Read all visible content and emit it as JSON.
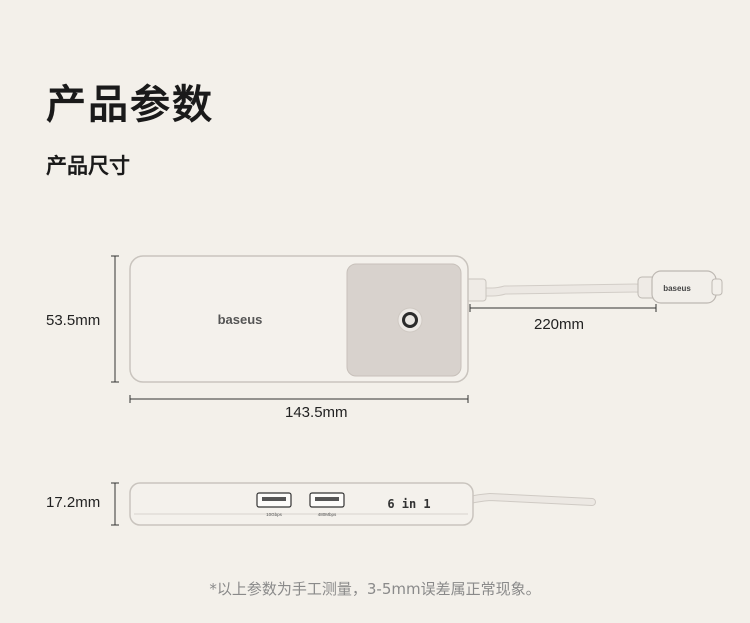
{
  "page": {
    "title": "产品参数",
    "subtitle": "产品尺寸",
    "note": "*以上参数为手工测量，3-5mm误差属正常现象。"
  },
  "top_view": {
    "brand": "baseus",
    "connector_brand": "baseus",
    "height_label": "53.5mm",
    "width_label": "143.5mm",
    "cable_label": "220mm"
  },
  "side_view": {
    "thickness_label": "17.2mm",
    "badge": "6 in 1",
    "port1_caption": "10Gbps",
    "port2_caption": "480Mbps"
  },
  "colors": {
    "background": "#f3f0ea",
    "device_body": "#f4f1ec",
    "device_outline": "#c9c4be",
    "pad": "#d8d2cd",
    "cable": "#ece8e3"
  }
}
